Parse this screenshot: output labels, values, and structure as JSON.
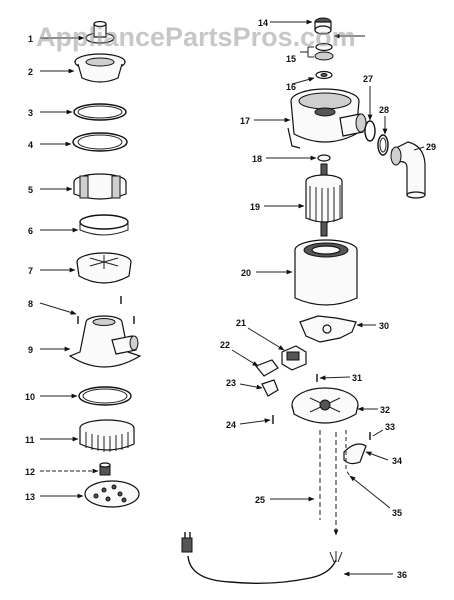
{
  "watermark": "AppliancePartsPros.com",
  "part_labels": [
    "1",
    "2",
    "3",
    "4",
    "5",
    "6",
    "7",
    "8",
    "9",
    "10",
    "11",
    "12",
    "13",
    "14",
    "15",
    "16",
    "17",
    "18",
    "19",
    "20",
    "21",
    "22",
    "23",
    "24",
    "25",
    "27",
    "28",
    "29",
    "30",
    "31",
    "32",
    "33",
    "34",
    "35",
    "36"
  ]
}
